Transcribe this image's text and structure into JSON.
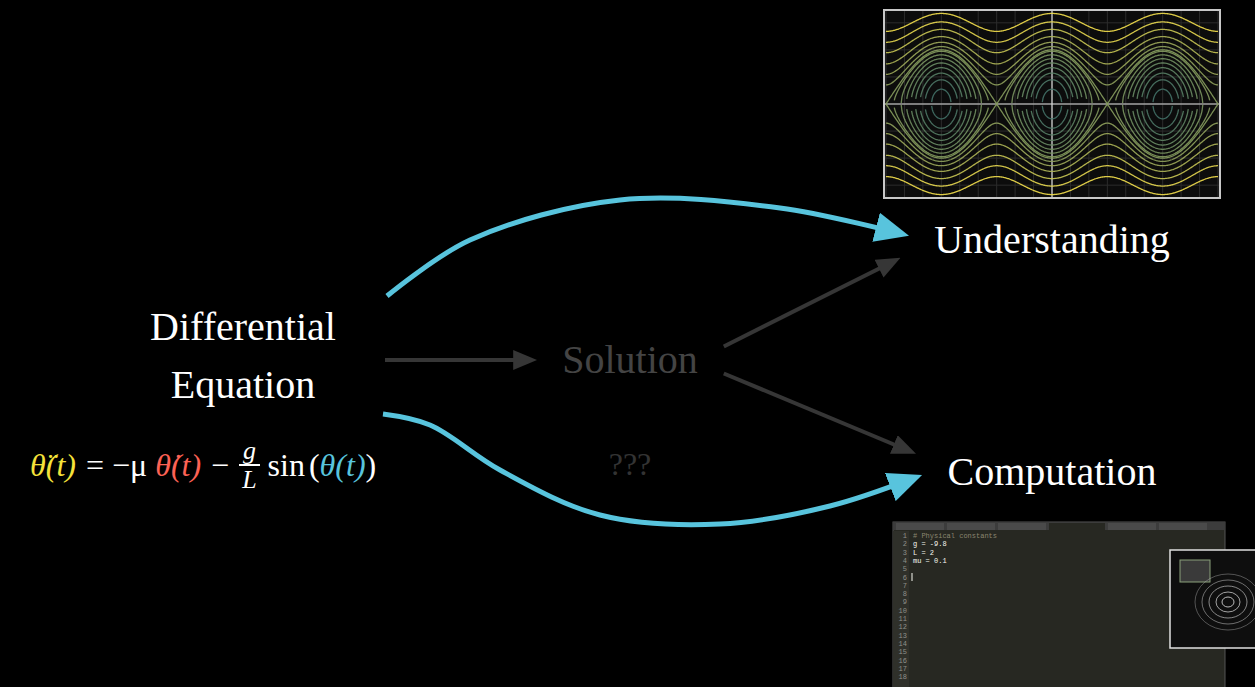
{
  "diagram": {
    "nodes": [
      {
        "text": [
          "Differential Equation"
        ]
      },
      {
        "text": [
          "Solution"
        ]
      },
      {
        "text": [
          "Understanding"
        ]
      },
      {
        "text": [
          "Computation"
        ]
      }
    ],
    "edges": [
      {
        "from": 0,
        "to": 1,
        "arrow": "to"
      },
      {
        "from": 1,
        "to": 2,
        "arrow": "to"
      },
      {
        "from": 1,
        "to": 3,
        "arrow": "to"
      },
      {
        "from": 0,
        "to": 2,
        "arrow": "to"
      },
      {
        "from": 0,
        "to": 3,
        "arrow": "to"
      }
    ],
    "labels": [
      "θ̈(t)",
      "= −μ",
      "θ̇(t)",
      "−",
      "g",
      "L",
      "sin",
      "(",
      "θ(t)",
      ")",
      "???",
      "# Physical constants",
      "g = -9.8",
      "L = 2",
      "mu = 0.1",
      "1",
      "2",
      "3",
      "4",
      "5",
      "6",
      "7",
      "8",
      "9",
      "10",
      "11",
      "12",
      "13",
      "14",
      "15",
      "16",
      "17",
      "18"
    ]
  }
}
